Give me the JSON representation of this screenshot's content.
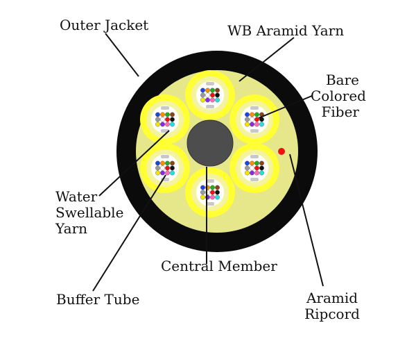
{
  "labels": {
    "outer_jacket": "Outer Jacket",
    "wb_aramid_yarn": "WB Aramid Yarn",
    "bare_colored_fiber": [
      "Bare",
      "Colored",
      "Fiber"
    ],
    "water_swellable_yarn": [
      "Water",
      "Swellable",
      "Yarn"
    ],
    "central_member": "Central Member",
    "buffer_tube": "Buffer Tube",
    "aramid_ripcord": [
      "Aramid",
      "Ripcord"
    ]
  },
  "colors": {
    "jacket": "#0b0b0b",
    "aramid_fill": "#e6e68a",
    "swellable_yarn": "#ffff33",
    "buffer_tube": "#f4f4a0",
    "tube_interior": "#ffffff",
    "central_member": "#4d4d4d",
    "ripcord": "#ee1111",
    "leader_line": "#111111"
  },
  "fiber_colors": [
    "#2244dd",
    "#ff8c00",
    "#22aa22",
    "#8b4513",
    "#9a9a9a",
    "#ffffff",
    "#ee1111",
    "#111111",
    "#f2e600",
    "#8a2be2",
    "#ff69b4",
    "#22e0e0"
  ],
  "buffer_tube_count": 6
}
